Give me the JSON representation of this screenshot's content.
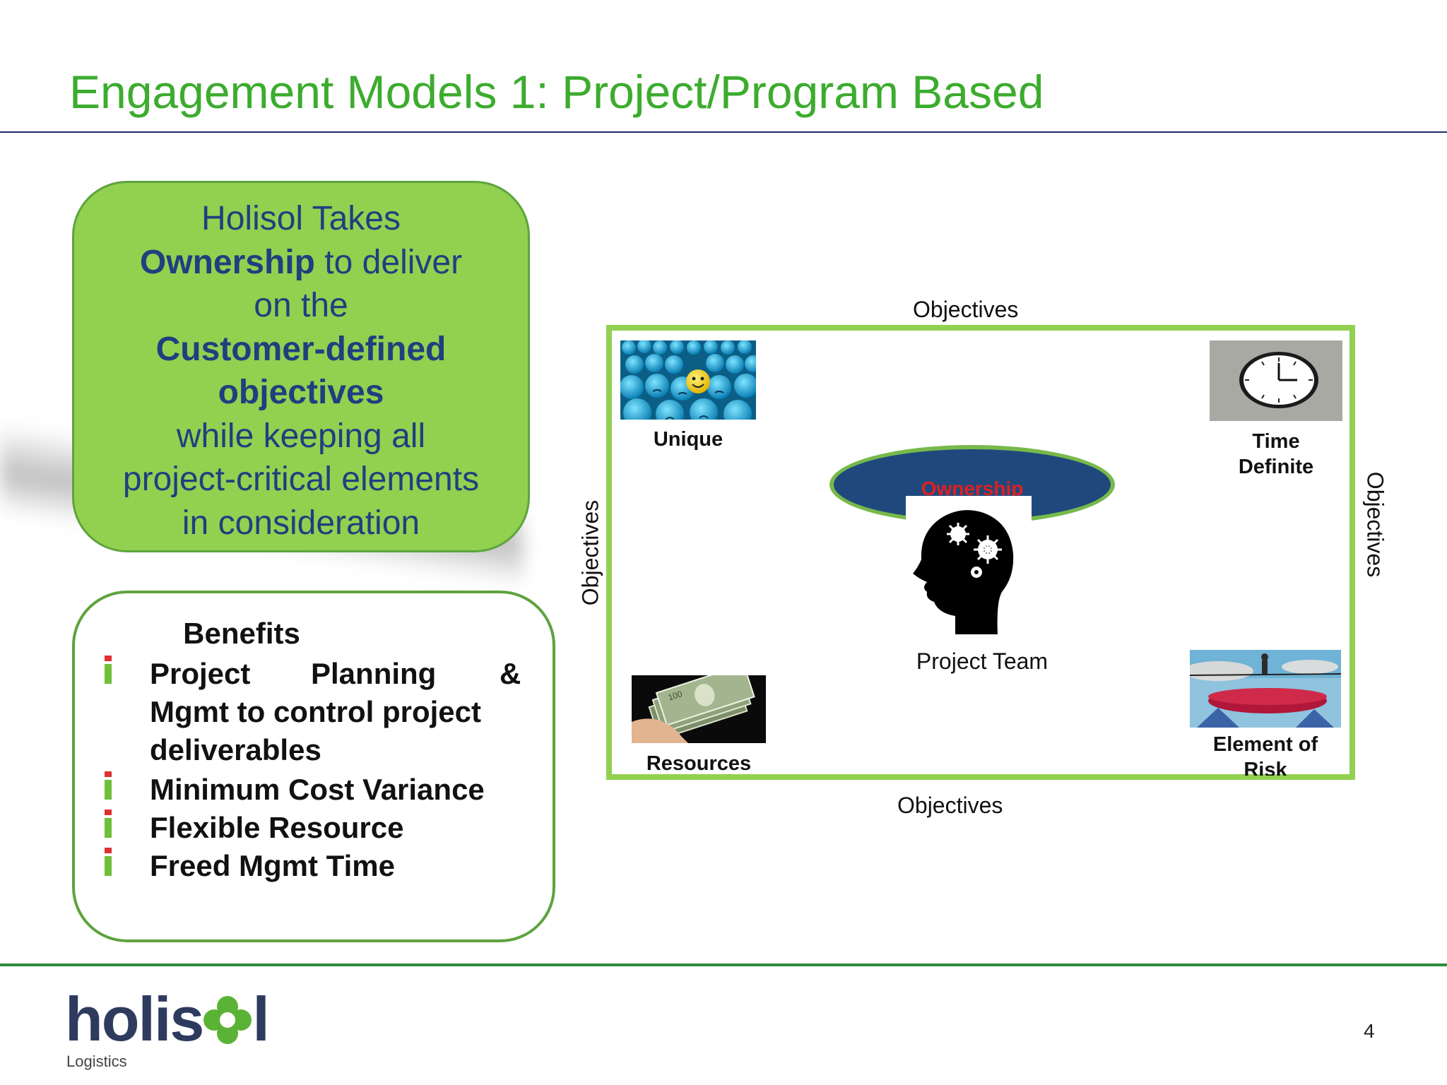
{
  "slide": {
    "title": "Engagement Models 1: Project/Program Based",
    "page_number": "4"
  },
  "ownership_box": {
    "line1": "Holisol Takes",
    "line2_bold": "Ownership",
    "line2_rest": " to deliver",
    "line3": "on the",
    "line4_bold": "Customer-defined",
    "line5_bold": "objectives",
    "line6": "while keeping all",
    "line7": "project-critical elements",
    "line8": "in consideration"
  },
  "benefits": {
    "title": "Benefits",
    "item1_line1_a": "Project",
    "item1_line1_b": "Planning",
    "item1_line1_c": "&",
    "item1_line2": "Mgmt to control project",
    "item1_line3": "deliverables",
    "item2": "Minimum Cost Variance",
    "item3": "Flexible Resource",
    "item4": "Freed Mgmt Time"
  },
  "diagram": {
    "objectives_top": "Objectives",
    "objectives_bottom": "Objectives",
    "objectives_left": "Objectives",
    "objectives_right": "Objectives",
    "unique": "Unique",
    "time_line1": "Time",
    "time_line2": "Definite",
    "ownership": "Ownership",
    "project_team": "Project Team",
    "resources": "Resources",
    "risk_line1": "Element of",
    "risk_line2": "Risk"
  },
  "logo": {
    "text": "holis",
    "text_end": "l",
    "subtitle": "Logistics"
  },
  "colors": {
    "title_green": "#3cac2e",
    "box_green": "#92d050",
    "navy": "#1f3f7f",
    "ellipse_blue": "#1f497d",
    "ownership_red": "#e02020"
  }
}
